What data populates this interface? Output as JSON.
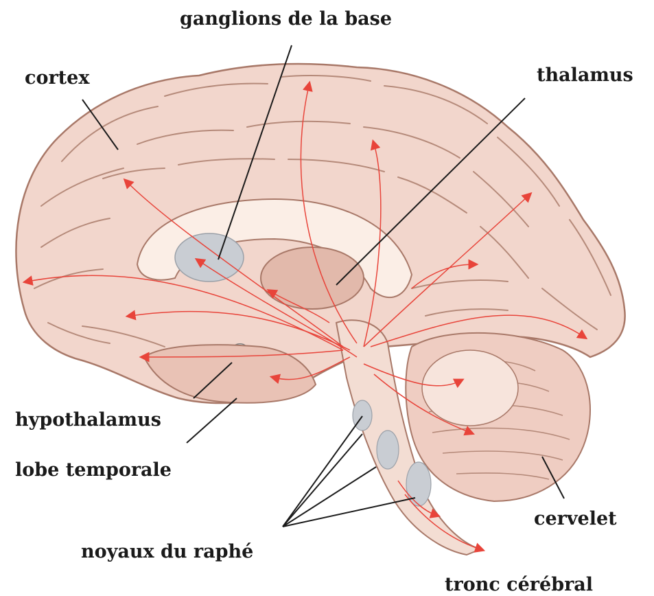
{
  "labels": {
    "ganglions": "ganglions de la base",
    "cortex": "cortex",
    "thalamus": "thalamus",
    "hypothalamus": "hypothalamus",
    "lobe_temporale": "lobe temporale",
    "cervelet": "cervelet",
    "noyaux_raphe": "noyaux du raphé",
    "tronc_cerebral": "tronc cérébral"
  },
  "colors": {
    "brain_fill": "#f2d6cc",
    "brain_fold": "#a87868",
    "nuclei": "#c9cdd3",
    "pathway_arrow": "#e8443a",
    "leader_line": "#1a1a1a"
  }
}
